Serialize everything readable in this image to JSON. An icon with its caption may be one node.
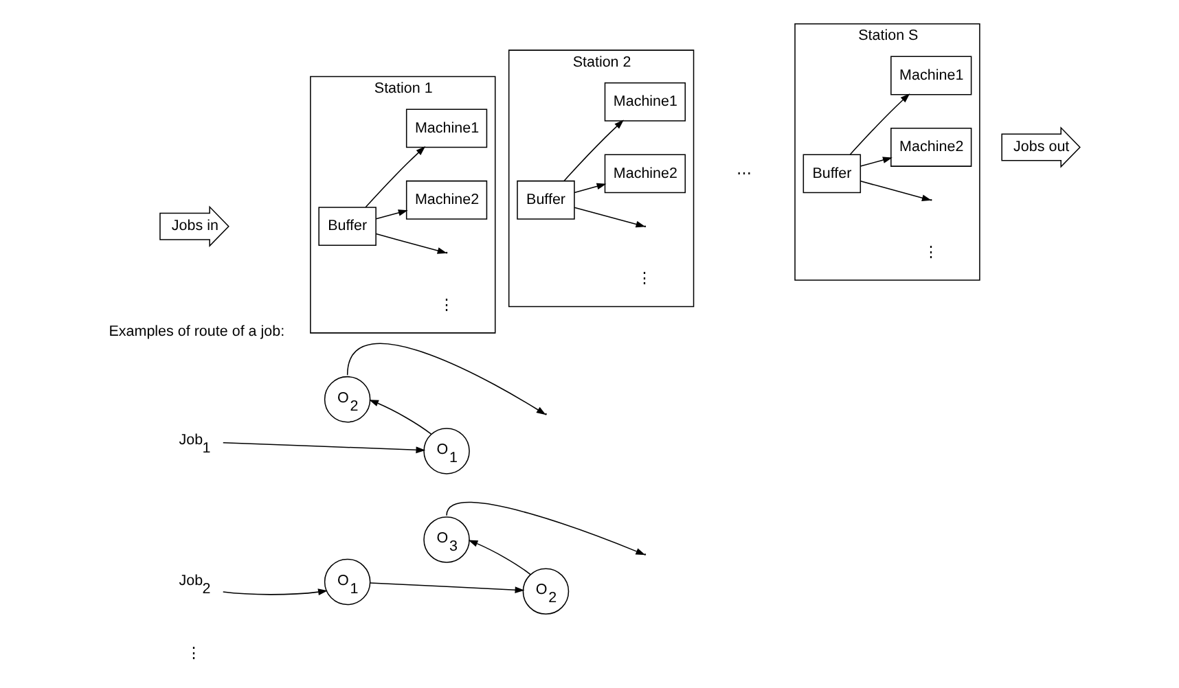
{
  "diagram": {
    "nodes": [
      {
        "text": [
          "Jobs in"
        ]
      },
      {
        "text": [
          "Station 1"
        ]
      },
      {
        "text": [
          "Buffer"
        ],
        "in": 1
      },
      {
        "text": [
          "Machine1"
        ],
        "in": 1
      },
      {
        "text": [
          "Machine2"
        ],
        "in": 1
      },
      {
        "text": [
          "Station 2"
        ]
      },
      {
        "text": [
          "Buffer"
        ],
        "in": 5
      },
      {
        "text": [
          "Machine1"
        ],
        "in": 5
      },
      {
        "text": [
          "Machine2"
        ],
        "in": 5
      },
      {
        "text": [
          "Station S"
        ]
      },
      {
        "text": [
          "Buffer"
        ],
        "in": 9
      },
      {
        "text": [
          "Machine1"
        ],
        "in": 9
      },
      {
        "text": [
          "Machine2"
        ],
        "in": 9
      },
      {
        "text": [
          "Jobs out"
        ]
      },
      {
        "text": [
          "Job$_{1}$"
        ]
      },
      {
        "text": [
          "O$_{2}$"
        ]
      },
      {
        "text": [
          "O$_{1}$"
        ]
      },
      {
        "text": [
          "Job$_{2}$"
        ]
      },
      {
        "text": [
          "O$_{1}$"
        ]
      },
      {
        "text": [
          "O$_{3}$"
        ]
      },
      {
        "text": [
          "O$_{2}$"
        ]
      }
    ],
    "edges": [
      {
        "from": 2,
        "to": 3,
        "arrow": "to"
      },
      {
        "from": 2,
        "to": 4,
        "arrow": "to"
      },
      {
        "from": 2,
        "to": null,
        "arrow": "to"
      },
      {
        "from": 6,
        "to": 7,
        "arrow": "to"
      },
      {
        "from": 6,
        "to": 8,
        "arrow": "to"
      },
      {
        "from": 6,
        "to": null,
        "arrow": "to"
      },
      {
        "from": 10,
        "to": 11,
        "arrow": "to"
      },
      {
        "from": 10,
        "to": 12,
        "arrow": "to"
      },
      {
        "from": 10,
        "to": null,
        "arrow": "to"
      },
      {
        "from": 14,
        "to": 16,
        "arrow": "to"
      },
      {
        "from": 16,
        "to": 15,
        "arrow": "to"
      },
      {
        "from": 15,
        "to": null,
        "arrow": "to"
      },
      {
        "from": 17,
        "to": 18,
        "arrow": "to"
      },
      {
        "from": 18,
        "to": 20,
        "arrow": "to"
      },
      {
        "from": 20,
        "to": 19,
        "arrow": "to"
      },
      {
        "from": 19,
        "to": null,
        "arrow": "to"
      }
    ],
    "labels": [
      "⋮",
      "⋮",
      "⋯",
      "⋮",
      "Examples of route of a job:",
      "⋮"
    ]
  }
}
